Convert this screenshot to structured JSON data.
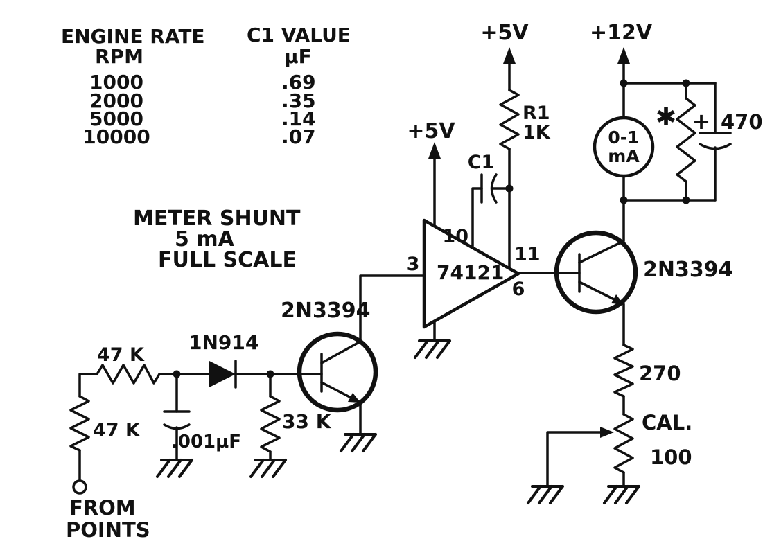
{
  "table": {
    "headers": {
      "col1_line1": "ENGINE RATE",
      "col1_line2": "RPM",
      "col2_line1": "C1 VALUE",
      "col2_line2": "µF"
    },
    "rows": [
      {
        "rpm": "1000",
        "c1": ".69"
      },
      {
        "rpm": "2000",
        "c1": ".35"
      },
      {
        "rpm": "5000",
        "c1": ".14"
      },
      {
        "rpm": "10000",
        "c1": ".07"
      }
    ]
  },
  "note": {
    "line1": "METER SHUNT",
    "line2": "5 mA",
    "line3": "FULL SCALE"
  },
  "supplies": {
    "v5_ic": "+5V",
    "v5_r1": "+5V",
    "v12": "+12V"
  },
  "labels": {
    "r_series": "47 K",
    "r_shunt": "47 K",
    "c_input": ".001µF",
    "diode": "1N914",
    "r_base": "33 K",
    "q1": "2N3394",
    "q2": "2N3394",
    "ic": "74121",
    "pin_in": "3",
    "pin_10": "10",
    "pin_11": "11",
    "pin_out": "6",
    "c_timing": "C1",
    "r1_name": "R1",
    "r1_value": "1K",
    "meter_range": "0-1",
    "meter_unit": "mA",
    "star": "✱",
    "cap_plus": "+",
    "cap_value": "470",
    "r_emitter": "270",
    "pot_name": "CAL.",
    "pot_value": "100"
  },
  "input": {
    "line1": "FROM",
    "line2": "POINTS"
  },
  "colors": {
    "ink": "#111111",
    "paper": "#ffffff"
  }
}
